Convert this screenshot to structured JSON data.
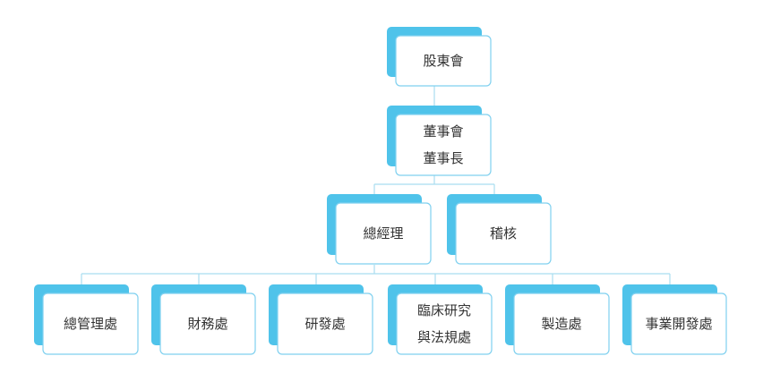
{
  "chart": {
    "nodes": {
      "shareholders": {
        "lines": [
          "股東會"
        ]
      },
      "board": {
        "lines": [
          "董事會",
          "董事長"
        ]
      },
      "general_manager": {
        "lines": [
          "總經理"
        ]
      },
      "audit": {
        "lines": [
          "稽核"
        ]
      },
      "general_management": {
        "lines": [
          "總管理處"
        ]
      },
      "finance": {
        "lines": [
          "財務處"
        ]
      },
      "rnd": {
        "lines": [
          "研發處"
        ]
      },
      "clinical_regulatory": {
        "lines": [
          "臨床研究",
          "與法規處"
        ]
      },
      "manufacturing": {
        "lines": [
          "製造處"
        ]
      },
      "business_development": {
        "lines": [
          "事業開發處"
        ]
      }
    }
  },
  "colors": {
    "accent": "#4FC3EA",
    "border": "#7FD0EF",
    "connector": "#A9DDF0",
    "text": "#333333",
    "card": "#FFFFFF"
  }
}
